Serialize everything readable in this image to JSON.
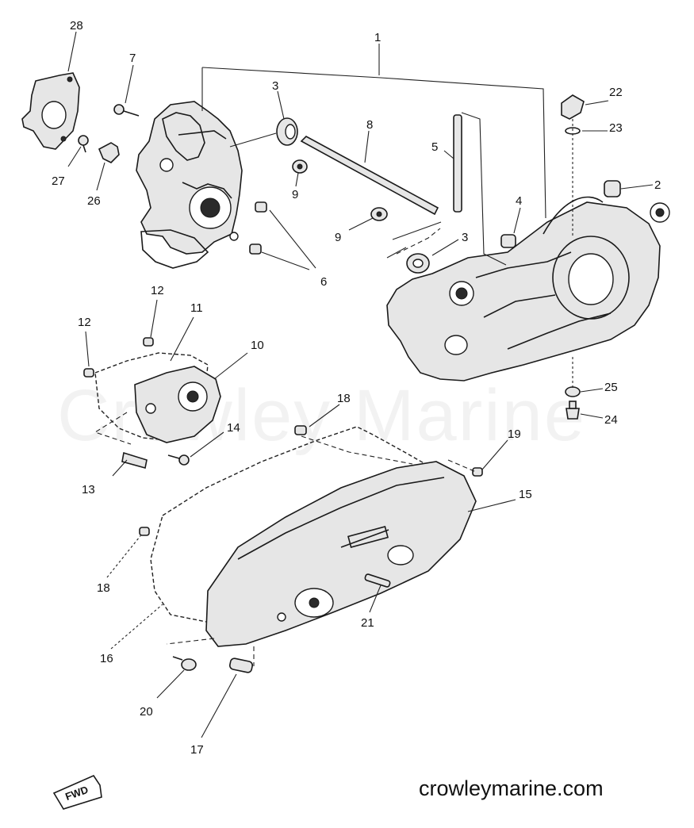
{
  "watermark": "Crowley Marine",
  "site_label": "crowleymarine.com",
  "fwd_label": "FWD",
  "callouts": {
    "c1": "1",
    "c2": "2",
    "c3a": "3",
    "c3b": "3",
    "c4": "4",
    "c5": "5",
    "c6": "6",
    "c7": "7",
    "c8": "8",
    "c9a": "9",
    "c9b": "9",
    "c10": "10",
    "c11": "11",
    "c12a": "12",
    "c12b": "12",
    "c13": "13",
    "c14": "14",
    "c15": "15",
    "c16": "16",
    "c17": "17",
    "c18a": "18",
    "c18b": "18",
    "c19": "19",
    "c20": "20",
    "c21": "21",
    "c22": "22",
    "c23": "23",
    "c24": "24",
    "c25": "25",
    "c26": "26",
    "c27": "27",
    "c28": "28"
  }
}
